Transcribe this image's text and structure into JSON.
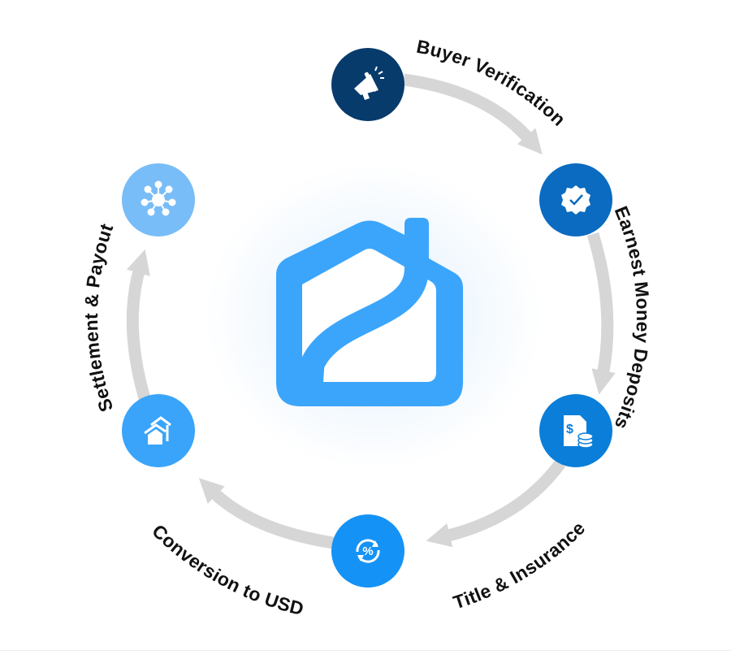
{
  "steps": [
    {
      "label": "Buyer Verification",
      "icon": "megaphone-icon",
      "color": "#073b6b"
    },
    {
      "label": "Earnest Money Deposits",
      "icon": "verified-badge-icon",
      "color": "#0a6bc0"
    },
    {
      "label": "Title & Insurance",
      "icon": "invoice-coins-icon",
      "color": "#0a7ed8"
    },
    {
      "label": "Conversion to USD",
      "icon": "percent-exchange-icon",
      "color": "#1592f5"
    },
    {
      "label": "Settlement & Payout",
      "icon": "houses-icon",
      "color": "#3aa4fa"
    },
    {
      "label": "",
      "icon": "network-hub-icon",
      "color": "#78bdf8"
    }
  ],
  "center_logo": {
    "icon": "house-logo-icon",
    "color": "#3ba5fb"
  },
  "arrow_color": "#d6d6d6"
}
